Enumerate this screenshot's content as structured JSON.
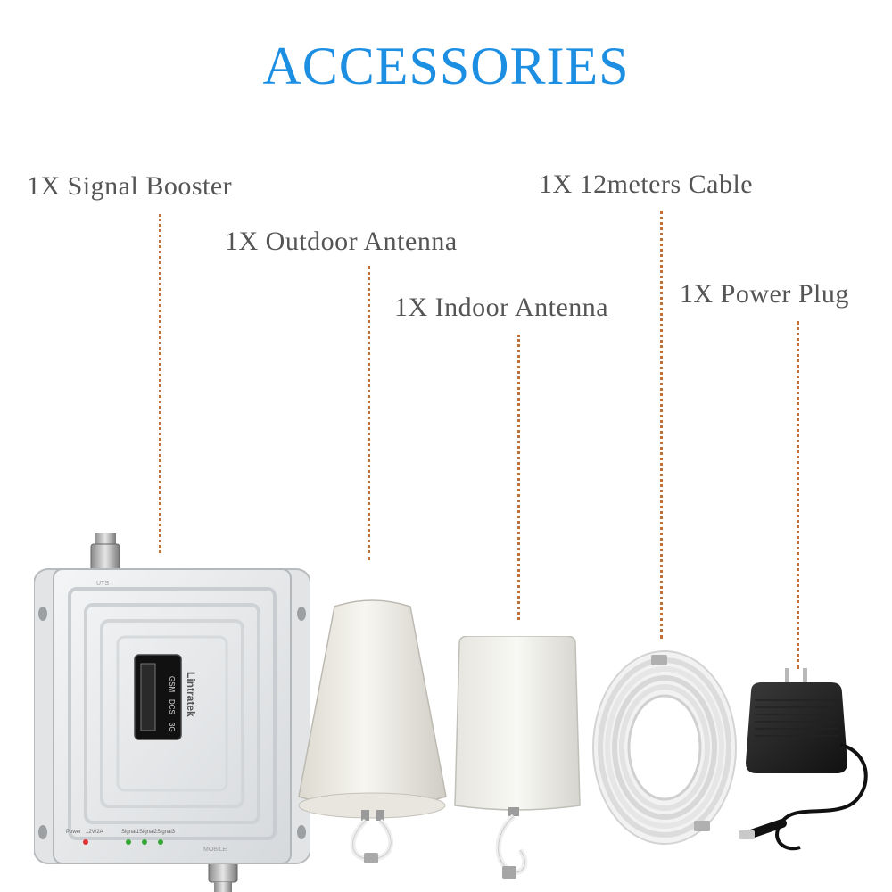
{
  "title": "ACCESSORIES",
  "items": [
    {
      "label": "1X Signal Booster",
      "icon": "signal-booster-icon"
    },
    {
      "label": "1X Outdoor Antenna",
      "icon": "outdoor-antenna-icon"
    },
    {
      "label": "1X Indoor Antenna",
      "icon": "indoor-antenna-icon"
    },
    {
      "label": "1X 12meters Cable",
      "icon": "cable-coil-icon"
    },
    {
      "label": "1X Power Plug",
      "icon": "power-plug-icon"
    }
  ],
  "booster": {
    "brand": "Lintratek",
    "bands": [
      "GSM",
      "DCS",
      "3G"
    ],
    "top_port": "UTS",
    "bottom_port": "MOBILE",
    "indicators": [
      "Power",
      "12V/2A",
      "Signal1",
      "Signal2",
      "Signal3"
    ]
  },
  "colors": {
    "title": "#1c8fe3",
    "label": "#555555",
    "leader": "#c2703a"
  }
}
